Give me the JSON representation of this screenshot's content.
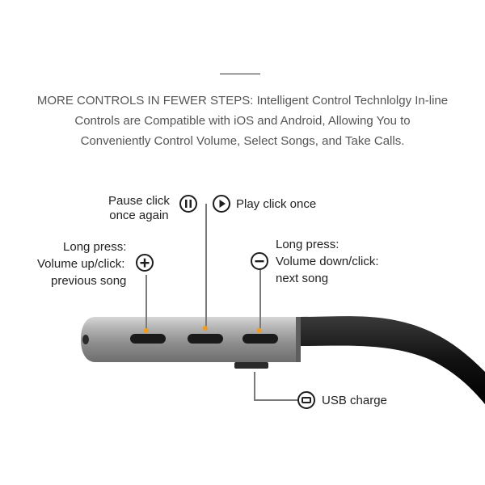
{
  "intro": {
    "line1": "MORE CONTROLS IN FEWER STEPS: Intelligent Control Technlolgy In-line",
    "line2": "Controls are Compatible with iOS and Android, Allowing You to",
    "line3": "Conveniently Control Volume, Select Songs, and Take Calls."
  },
  "controls": {
    "pause": {
      "line1": "Pause click",
      "line2": "once again",
      "icon": "pause-icon"
    },
    "play": {
      "label": "Play click once",
      "icon": "play-icon"
    },
    "volume_up": {
      "line1": "Long press:",
      "line2": "Volume up/click:",
      "line3": "previous song",
      "icon": "plus-icon"
    },
    "volume_down": {
      "line1": "Long press:",
      "line2": "Volume down/click:",
      "line3": "next song",
      "icon": "minus-icon"
    },
    "usb": {
      "label": "USB charge",
      "icon": "usb-port-icon"
    }
  },
  "colors": {
    "indicator_dot": "#f39a1e",
    "barrel_metal": "#9a9a9a",
    "cable": "#111111"
  }
}
